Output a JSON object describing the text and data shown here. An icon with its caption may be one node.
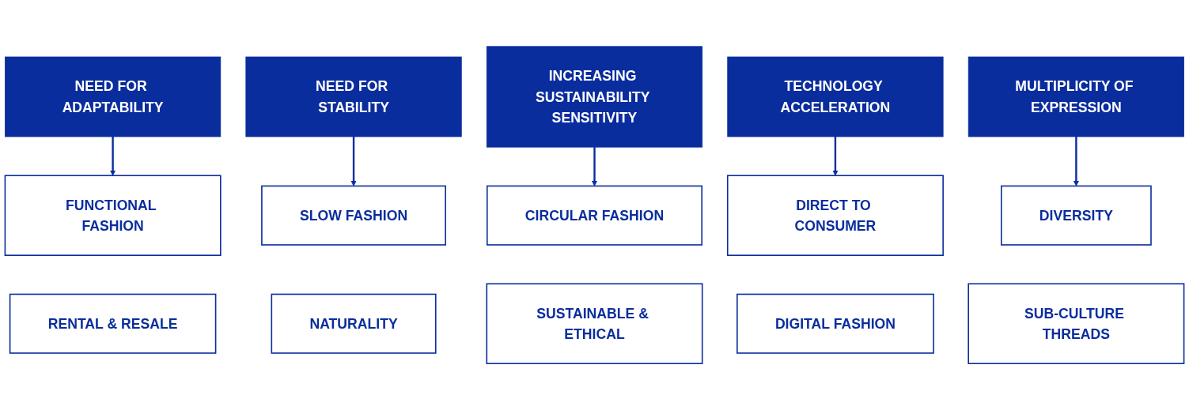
{
  "diagram": {
    "nodes": [
      {
        "text": [
          "NEED FOR ADAPTABILITY"
        ]
      },
      {
        "text": [
          "NEED FOR STABILITY"
        ]
      },
      {
        "text": [
          "INCREASING SUSTAINABILITY SENSITIVITY"
        ]
      },
      {
        "text": [
          "TECHNOLOGY ACCELERATION"
        ]
      },
      {
        "text": [
          "MULTIPLICITY OF EXPRESSION"
        ]
      },
      {
        "text": [
          "FUNCTIONAL FASHION"
        ]
      },
      {
        "text": [
          "SLOW FASHION"
        ]
      },
      {
        "text": [
          "CIRCULAR FASHION"
        ]
      },
      {
        "text": [
          "DIRECT TO CONSUMER"
        ]
      },
      {
        "text": [
          "DIVERSITY"
        ]
      },
      {
        "text": [
          "RENTAL & RESALE"
        ]
      },
      {
        "text": [
          "NATURALITY"
        ]
      },
      {
        "text": [
          "SUSTAINABLE & ETHICAL"
        ]
      },
      {
        "text": [
          "DIGITAL FASHION"
        ]
      },
      {
        "text": [
          "SUB-CULTURE THREADS"
        ]
      }
    ],
    "edges": [
      {
        "from": 0,
        "to": 5,
        "arrow": "to"
      },
      {
        "from": 1,
        "to": 6,
        "arrow": "to"
      },
      {
        "from": 2,
        "to": 7,
        "arrow": "to"
      },
      {
        "from": 3,
        "to": 8,
        "arrow": "to"
      },
      {
        "from": 4,
        "to": 9,
        "arrow": "to"
      }
    ]
  }
}
